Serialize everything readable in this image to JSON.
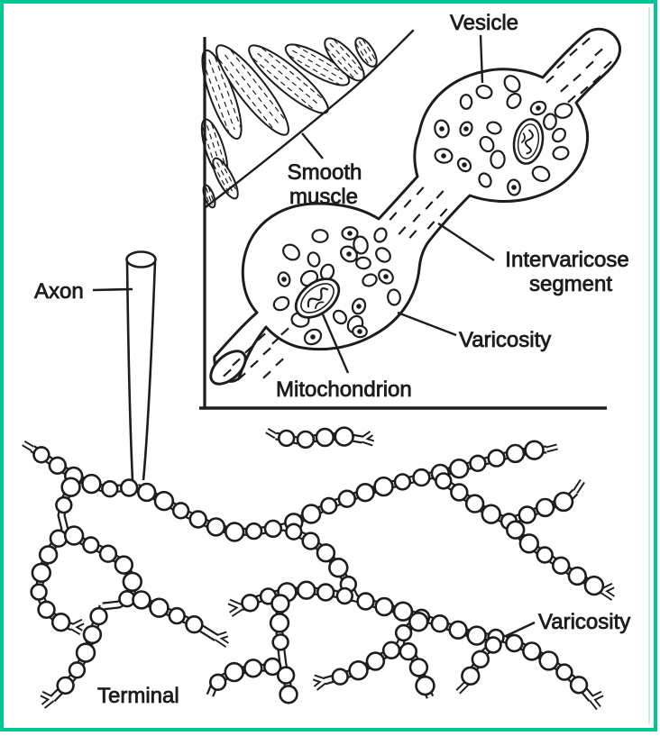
{
  "colors": {
    "border": "#00C795",
    "border_faint": "#bfe8d8",
    "ink": "#1d1d1b",
    "background": "#ffffff"
  },
  "inset": {
    "labels": {
      "vesicle": "Vesicle",
      "smooth_muscle": [
        "Smooth",
        "muscle"
      ],
      "intervaricose_segment": [
        "Intervaricose",
        "segment"
      ],
      "varicosity": "Varicosity",
      "mitochondrion": "Mitochondrion"
    }
  },
  "main": {
    "labels": {
      "axon": "Axon",
      "terminal": "Terminal",
      "varicosity": "Varicosity"
    }
  }
}
